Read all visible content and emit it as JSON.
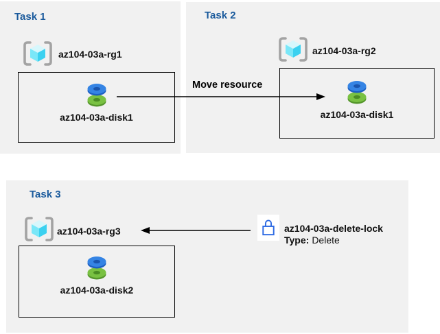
{
  "diagram": {
    "panels": [
      {
        "title": "Task 1",
        "resource_group": "az104-03a-rg1",
        "resource": "az104-03a-disk1"
      },
      {
        "title": "Task 2",
        "resource_group": "az104-03a-rg2",
        "resource": "az104-03a-disk1"
      },
      {
        "title": "Task 3",
        "resource_group": "az104-03a-rg3",
        "resource": "az104-03a-disk2"
      }
    ],
    "move_label": "Move resource",
    "lock": {
      "name": "az104-03a-delete-lock",
      "type_label": "Type:",
      "type_value": "Delete"
    }
  },
  "colors": {
    "panel_bg": "#f1f1f1",
    "heading_blue": "#1a5a9c",
    "label_text": "#111111",
    "arrow_black": "#000000",
    "bracket_gray": "#a3a3a3",
    "cube_top": "#d7f7fc",
    "cube_left": "#7ae7f8",
    "cube_right": "#3bd1f0",
    "disk_blue": "#3584e4",
    "disk_blue_dark": "#1c5fc2",
    "disk_green": "#79c142",
    "disk_green_dark": "#55962c",
    "lock_blue": "#2f6be3"
  },
  "icons": {
    "resource_group": "azure-resource-group-icon",
    "disk": "azure-disk-icon",
    "lock": "lock-icon"
  }
}
